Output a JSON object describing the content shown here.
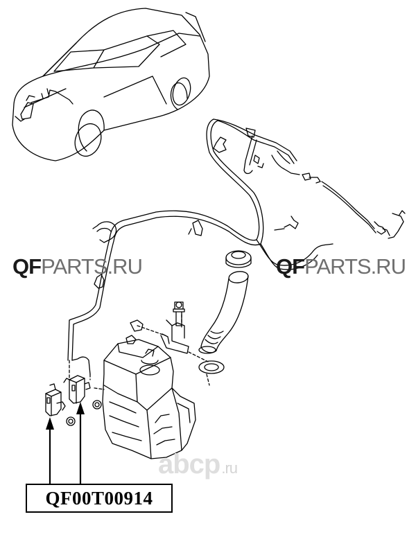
{
  "part_number": "QF00T00914",
  "watermarks": {
    "left": {
      "brand_bold": "QF",
      "brand_rest": "PARTS",
      "domain": ".RU"
    },
    "right": {
      "brand_bold": "QF",
      "brand_rest": "PARTS",
      "domain": ".RU"
    },
    "bottom": {
      "name": "abcp",
      "domain": ".ru"
    }
  },
  "colors": {
    "line": "#000000",
    "watermark_dark": "#1a1a1a",
    "watermark_light": "#6f6f6f",
    "watermark_faint": "#dedede"
  }
}
